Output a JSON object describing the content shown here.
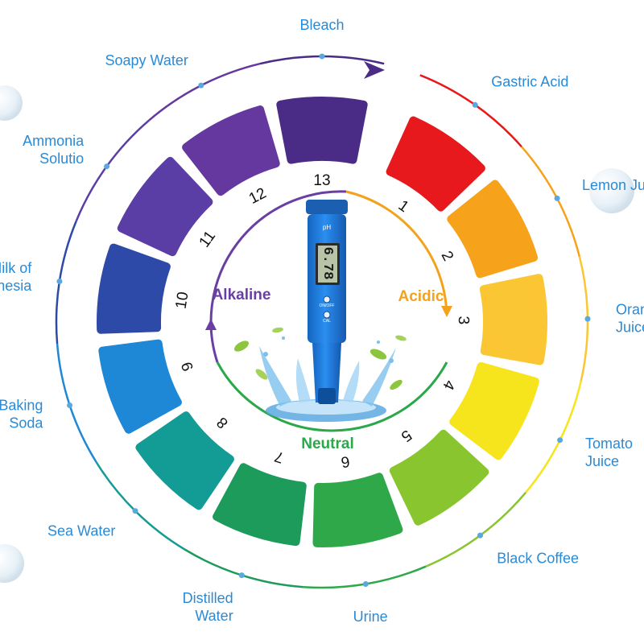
{
  "diagram": {
    "center_labels": {
      "alkaline": "Alkaline",
      "acidic": "Acidic",
      "neutral": "Neutral"
    },
    "meter": {
      "badge": "pH",
      "reading": "6.78",
      "on_off": "ON/OFF",
      "cal": "CAL"
    },
    "scale": [
      {
        "ph": "1",
        "color": "#e8191c",
        "substance": [
          "Gastric Acid"
        ]
      },
      {
        "ph": "2",
        "color": "#f7a21b",
        "substance": [
          "Lemon Juice"
        ]
      },
      {
        "ph": "3",
        "color": "#fbc633",
        "substance": [
          "Orange",
          "Juice"
        ]
      },
      {
        "ph": "4",
        "color": "#f6e41c",
        "substance": [
          "Tomato",
          "Juice"
        ]
      },
      {
        "ph": "5",
        "color": "#88c52e",
        "substance": [
          "Black Coffee"
        ]
      },
      {
        "ph": "6",
        "color": "#2fa84a",
        "substance": [
          "Urine"
        ]
      },
      {
        "ph": "7",
        "color": "#1d9b5b",
        "substance": [
          "Distilled",
          "Water"
        ]
      },
      {
        "ph": "8",
        "color": "#139c95",
        "substance": [
          "Sea Water"
        ]
      },
      {
        "ph": "9",
        "color": "#1e88d6",
        "substance": [
          "Baking",
          "Soda"
        ]
      },
      {
        "ph": "10",
        "color": "#2e4aa8",
        "substance": [
          "Milk of",
          "Magnesia"
        ]
      },
      {
        "ph": "11",
        "color": "#5a3ea5",
        "substance": [
          "Ammonia",
          "Solutio"
        ]
      },
      {
        "ph": "12",
        "color": "#65389f",
        "substance": [
          "Soapy Water"
        ]
      },
      {
        "ph": "13",
        "color": "#4a2b86",
        "substance": [
          "Bleach"
        ]
      }
    ],
    "colors": {
      "acidic": "#f3a21c",
      "alkaline": "#6a3fa3",
      "neutral": "#2aa84a",
      "label_text": "#2a8ad6",
      "meter_body": "#1f7ed6"
    }
  }
}
